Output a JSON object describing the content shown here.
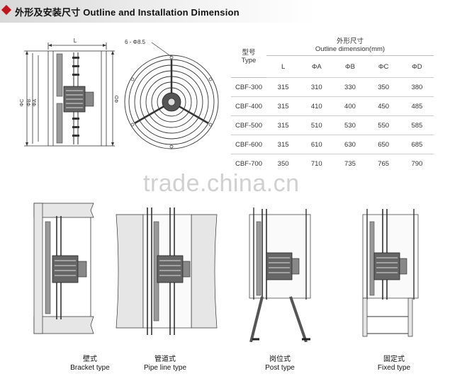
{
  "header": {
    "title": "外形及安装尺寸 Outline and Installation Dimension"
  },
  "side_view_labels": {
    "length": "L",
    "phi_c": "ΦC",
    "phi_b": "ΦB",
    "phi_a": "ΦA",
    "phi_d": "ΦD"
  },
  "front_view_labels": {
    "holes": "6 - Φ8.5"
  },
  "table": {
    "type_cn": "型号",
    "type_en": "Type",
    "group_cn": "外形尺寸",
    "group_en": "Outline  dimension(mm)",
    "columns": [
      "L",
      "ΦA",
      "ΦB",
      "ΦC",
      "ΦD"
    ],
    "rows": [
      {
        "type": "CBF-300",
        "values": [
          "315",
          "310",
          "330",
          "350",
          "380"
        ]
      },
      {
        "type": "CBF-400",
        "values": [
          "315",
          "410",
          "400",
          "450",
          "485"
        ]
      },
      {
        "type": "CBF-500",
        "values": [
          "315",
          "510",
          "530",
          "550",
          "585"
        ]
      },
      {
        "type": "CBF-600",
        "values": [
          "315",
          "610",
          "630",
          "650",
          "685"
        ]
      },
      {
        "type": "CBF-700",
        "values": [
          "350",
          "710",
          "735",
          "765",
          "790"
        ]
      }
    ]
  },
  "watermark": "trade.china.cn",
  "installation_types": [
    {
      "cn": "壁式",
      "en": "Bracket type"
    },
    {
      "cn": "管道式",
      "en": "Pipe line type"
    },
    {
      "cn": "岗位式",
      "en": "Post type"
    },
    {
      "cn": "固定式",
      "en": "Fixed type"
    }
  ],
  "colors": {
    "accent": "#c0141c",
    "line": "#333333",
    "wall": "#e6e6e6"
  }
}
